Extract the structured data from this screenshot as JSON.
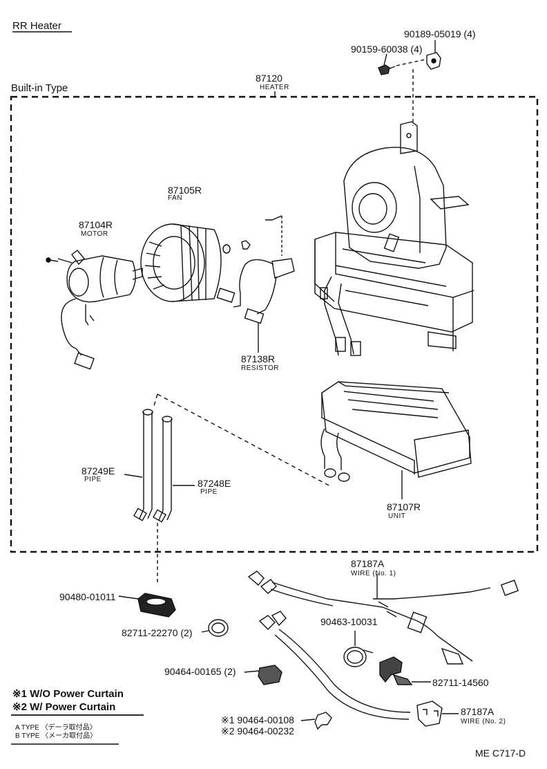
{
  "header": {
    "title": "RR Heater",
    "builtin_label": "Built-in Type",
    "drawing_code": "ME  C717-D"
  },
  "parts": {
    "p87120": {
      "number": "87120",
      "name": "HEATER"
    },
    "p90189": {
      "number": "90189-05019 (4)"
    },
    "p90159": {
      "number": "90159-60038 (4)"
    },
    "p87105": {
      "number": "87105R",
      "name": "FAN"
    },
    "p87104": {
      "number": "87104R",
      "name": "MOTOR"
    },
    "p87138": {
      "number": "87138R",
      "name": "RESISTOR"
    },
    "p87249": {
      "number": "87249E",
      "name": "PIPE"
    },
    "p87248": {
      "number": "87248E",
      "name": "PIPE"
    },
    "p87107": {
      "number": "87107R",
      "name": "UNIT"
    },
    "p87187a1": {
      "number": "87187A",
      "name": "WIRE (No. 1)"
    },
    "p90480": {
      "number": "90480-01011"
    },
    "p90463": {
      "number": "90463-10031"
    },
    "p82711a": {
      "number": "82711-22270 (2)"
    },
    "p90464a": {
      "number": "90464-00165 (2)"
    },
    "p82711b": {
      "number": "82711-14560"
    },
    "p87187a2": {
      "number": "87187A",
      "name": "WIRE (No. 2)"
    },
    "p90464b": {
      "number": "※1 90464-00108"
    },
    "p90464c": {
      "number": "※2 90464-00232"
    }
  },
  "legend": {
    "item1": "※1 W/O Power Curtain",
    "item2": "※2 W/ Power Curtain",
    "typeA": "A  TYPE 〈デーラ取付品〉",
    "typeB": "B  TYPE 〈メーカ取付品〉"
  }
}
